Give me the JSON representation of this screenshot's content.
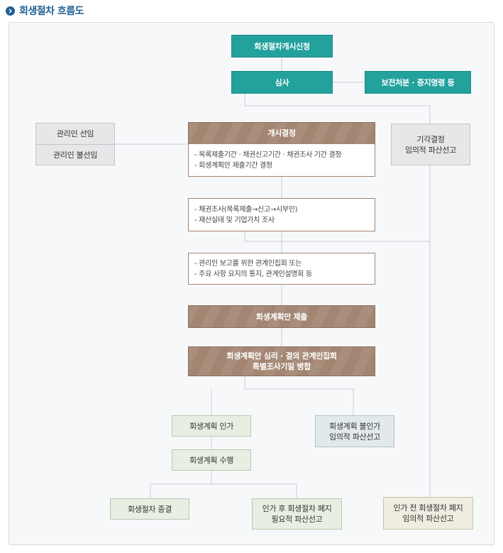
{
  "title": "회생절차 흐름도",
  "nodes": {
    "commence_application": "회생절차개시신청",
    "review": "심사",
    "preservation": "보전처분 · 중지명령 등",
    "trustee_appoint": "관리인 선임",
    "trustee_nonappoint": "관리인 불선임",
    "commence_decision": "개시결정",
    "dismissal": [
      "기각결정",
      "임의적 파산선고"
    ],
    "decision_notes": [
      "- 목록제출기간 · 채권신고기간 · 채권조사  기간 결정",
      "- 회생계획안 제출기간 결정"
    ],
    "investigation_notes": [
      "- 채권조사(목록제출→신고→시부인)",
      "- 재산실태 및 기업가치 조사"
    ],
    "meeting_notes": [
      "- 관리인 보고를 위한 관계인집회 또는",
      "- 주요 사항 요지의 통지, 관계인설명회 등"
    ],
    "plan_submission": "회생계획안 제출",
    "plan_deliberation": [
      "회생계획안 심리 · 결의 관계인집회",
      "특별조사기일 병합"
    ],
    "plan_approval": "회생계획 인가",
    "plan_rejection": [
      "회생계획 불인가",
      "임의적 파산선고"
    ],
    "plan_execution": "회생계획 수행",
    "procedure_end": "회생절차 종결",
    "abolition_after": [
      "인가 후 회생절차 폐지",
      "필요적 파산선고"
    ],
    "abolition_before": [
      "인가 전 회생절차 폐지",
      "임의적 파산선고"
    ]
  },
  "colors": {
    "title": "#1f5f93",
    "teal": "#23a19d",
    "brown": "#a38572",
    "line": "#c8ccd0"
  }
}
